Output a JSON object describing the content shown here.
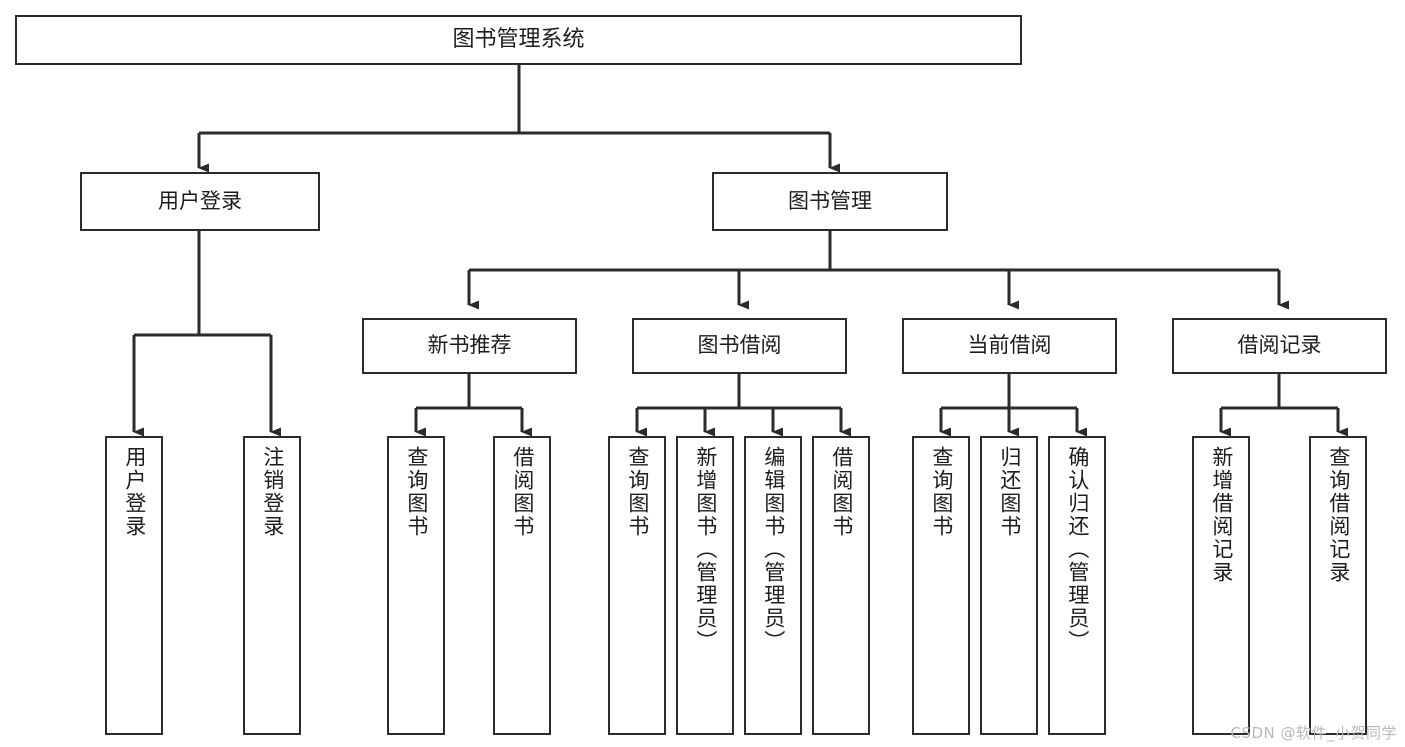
{
  "diagram": {
    "type": "tree-hierarchy-flowchart",
    "title": "图书管理系统",
    "nodes": {
      "root": {
        "label": "图书管理系统",
        "orientation": "horizontal",
        "level": 0
      },
      "user_login": {
        "label": "用户登录",
        "orientation": "horizontal",
        "level": 1
      },
      "book_manage": {
        "label": "图书管理",
        "orientation": "horizontal",
        "level": 1
      },
      "new_book_rec": {
        "label": "新书推荐",
        "orientation": "horizontal",
        "level": 2
      },
      "book_borrow": {
        "label": "图书借阅",
        "orientation": "horizontal",
        "level": 2
      },
      "current_borrow": {
        "label": "当前借阅",
        "orientation": "horizontal",
        "level": 2
      },
      "borrow_record": {
        "label": "借阅记录",
        "orientation": "horizontal",
        "level": 2
      },
      "leaf_user_login": {
        "label": "用户登录",
        "orientation": "vertical",
        "level": 3
      },
      "leaf_logout": {
        "label": "注销登录",
        "orientation": "vertical",
        "level": 3
      },
      "leaf_query_book_1": {
        "label": "查询图书",
        "orientation": "vertical",
        "level": 3
      },
      "leaf_borrow_book_1": {
        "label": "借阅图书",
        "orientation": "vertical",
        "level": 3
      },
      "leaf_query_book_2": {
        "label": "查询图书",
        "orientation": "vertical",
        "level": 3
      },
      "leaf_add_book": {
        "label": "新增图书（管理员）",
        "orientation": "vertical",
        "level": 3
      },
      "leaf_edit_book": {
        "label": "编辑图书（管理员）",
        "orientation": "vertical",
        "level": 3
      },
      "leaf_borrow_book_2": {
        "label": "借阅图书",
        "orientation": "vertical",
        "level": 3
      },
      "leaf_query_book_3": {
        "label": "查询图书",
        "orientation": "vertical",
        "level": 3
      },
      "leaf_return_book": {
        "label": "归还图书",
        "orientation": "vertical",
        "level": 3
      },
      "leaf_confirm_return": {
        "label": "确认归还（管理员）",
        "orientation": "vertical",
        "level": 3
      },
      "leaf_add_record": {
        "label": "新增借阅记录",
        "orientation": "vertical",
        "level": 3
      },
      "leaf_query_record": {
        "label": "查询借阅记录",
        "orientation": "vertical",
        "level": 3
      }
    },
    "edges": [
      {
        "from": "root",
        "to": "user_login"
      },
      {
        "from": "root",
        "to": "book_manage"
      },
      {
        "from": "user_login",
        "to": "leaf_user_login"
      },
      {
        "from": "user_login",
        "to": "leaf_logout"
      },
      {
        "from": "book_manage",
        "to": "new_book_rec"
      },
      {
        "from": "book_manage",
        "to": "book_borrow"
      },
      {
        "from": "book_manage",
        "to": "current_borrow"
      },
      {
        "from": "book_manage",
        "to": "borrow_record"
      },
      {
        "from": "new_book_rec",
        "to": "leaf_query_book_1"
      },
      {
        "from": "new_book_rec",
        "to": "leaf_borrow_book_1"
      },
      {
        "from": "book_borrow",
        "to": "leaf_query_book_2"
      },
      {
        "from": "book_borrow",
        "to": "leaf_add_book"
      },
      {
        "from": "book_borrow",
        "to": "leaf_edit_book"
      },
      {
        "from": "book_borrow",
        "to": "leaf_borrow_book_2"
      },
      {
        "from": "current_borrow",
        "to": "leaf_query_book_3"
      },
      {
        "from": "current_borrow",
        "to": "leaf_return_book"
      },
      {
        "from": "current_borrow",
        "to": "leaf_confirm_return"
      },
      {
        "from": "borrow_record",
        "to": "leaf_add_record"
      },
      {
        "from": "borrow_record",
        "to": "leaf_query_record"
      }
    ],
    "colors": {
      "stroke": "#2b2b2b",
      "fill": "#ffffff",
      "text": "#1d1d1d",
      "watermark": "#b9b9b9"
    }
  },
  "watermark": {
    "text": "CSDN @软件_小贺同学"
  }
}
